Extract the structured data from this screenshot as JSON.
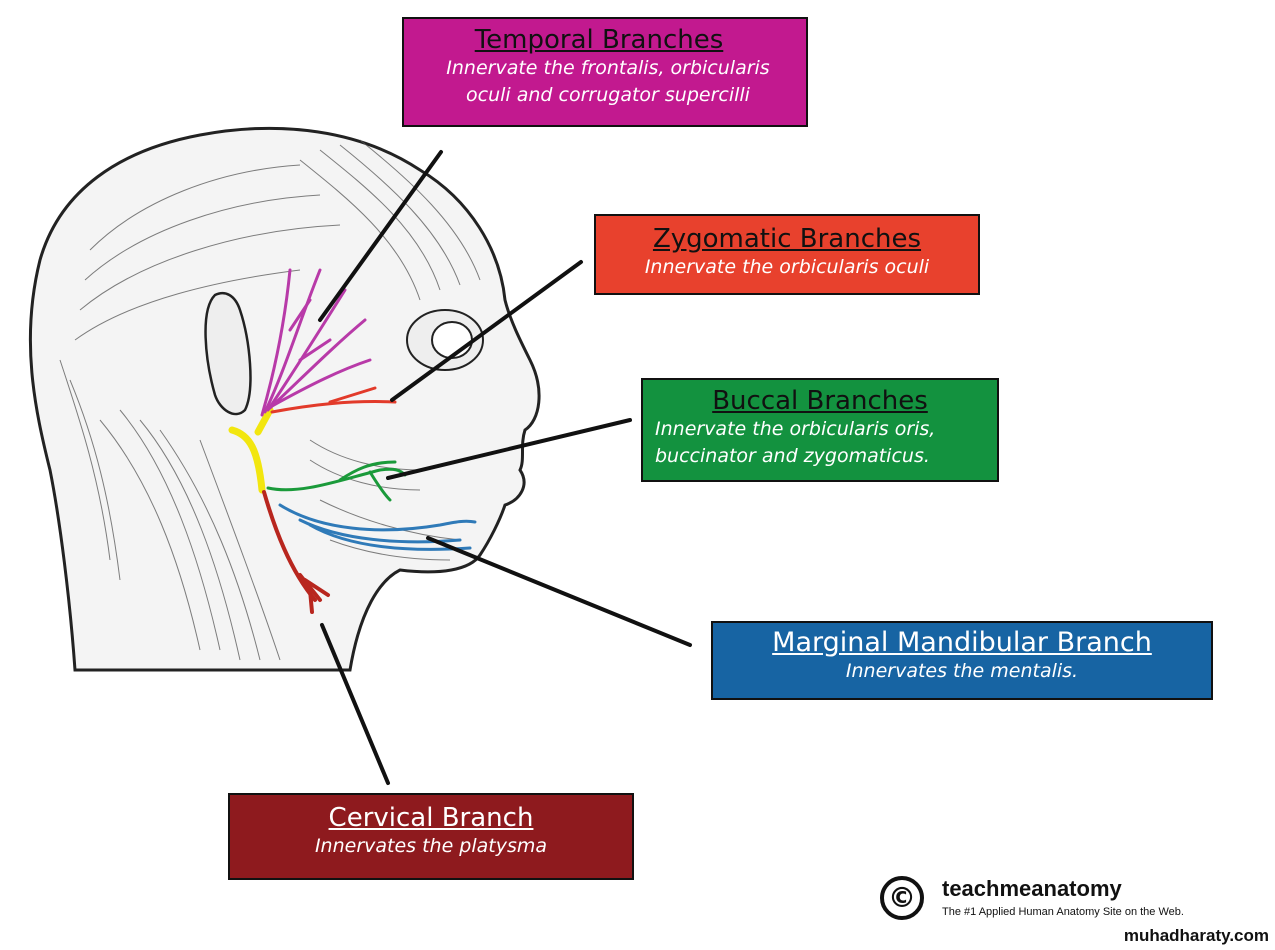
{
  "labels": {
    "temporal": {
      "title": "Temporal Branches",
      "line1": "Innervate the frontalis, orbicularis",
      "line2": "oculi and corrugator supercilli",
      "color": "#c2198f"
    },
    "zygomatic": {
      "title": "Zygomatic Branches",
      "line1": "Innervate the orbicularis oculi",
      "color": "#e8412d"
    },
    "buccal": {
      "title": "Buccal Branches",
      "line1": "Innervate the orbicularis oris,",
      "line2": "buccinator and zygomaticus.",
      "color": "#13923f"
    },
    "marginal": {
      "title": "Marginal Mandibular Branch",
      "line1": "Innervates the mentalis.",
      "color": "#1764a3"
    },
    "cervical": {
      "title": "Cervical Branch",
      "line1": "Innervates the platysma",
      "color": "#8e1a1e"
    }
  },
  "nerve_colors": {
    "trunk": "#f2e60f",
    "temporal": "#b83aa8",
    "zygomatic": "#e23a2a",
    "buccal": "#1a9a3a",
    "marginal": "#2f7ab8",
    "cervical": "#b8261e"
  },
  "logo": {
    "mark": "©",
    "name": "teachmeanatomy",
    "tagline": "The #1 Applied Human Anatomy Site on the Web."
  },
  "watermark": "muhadharaty.com"
}
